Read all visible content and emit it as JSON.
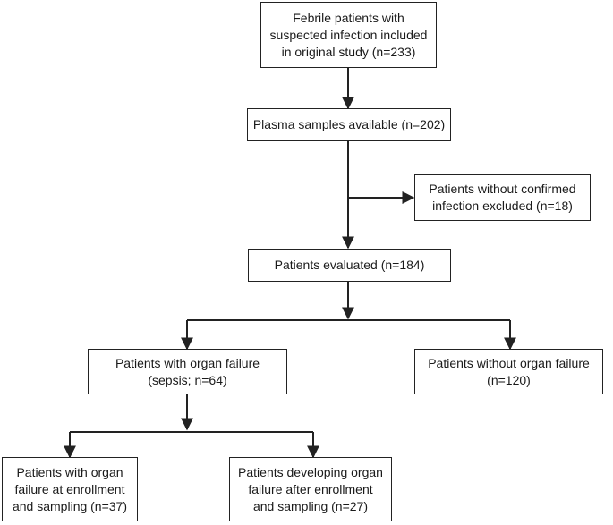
{
  "boxes": {
    "original_study": [
      "Febrile patients with",
      "suspected infection included",
      "in original study (n=233)"
    ],
    "plasma_available": [
      "Plasma samples available (n=202)"
    ],
    "excluded": [
      "Patients without confirmed",
      "infection excluded (n=18)"
    ],
    "evaluated": [
      "Patients evaluated (n=184)"
    ],
    "organ_failure": [
      "Patients with organ failure",
      "(sepsis; n=64)"
    ],
    "no_organ_failure": [
      "Patients without organ failure",
      "(n=120)"
    ],
    "failure_at_enrollment": [
      "Patients with organ",
      "failure at enrollment",
      "and sampling (n=37)"
    ],
    "failure_after_enrollment": [
      "Patients developing organ",
      "failure after enrollment",
      "and sampling (n=27)"
    ]
  }
}
